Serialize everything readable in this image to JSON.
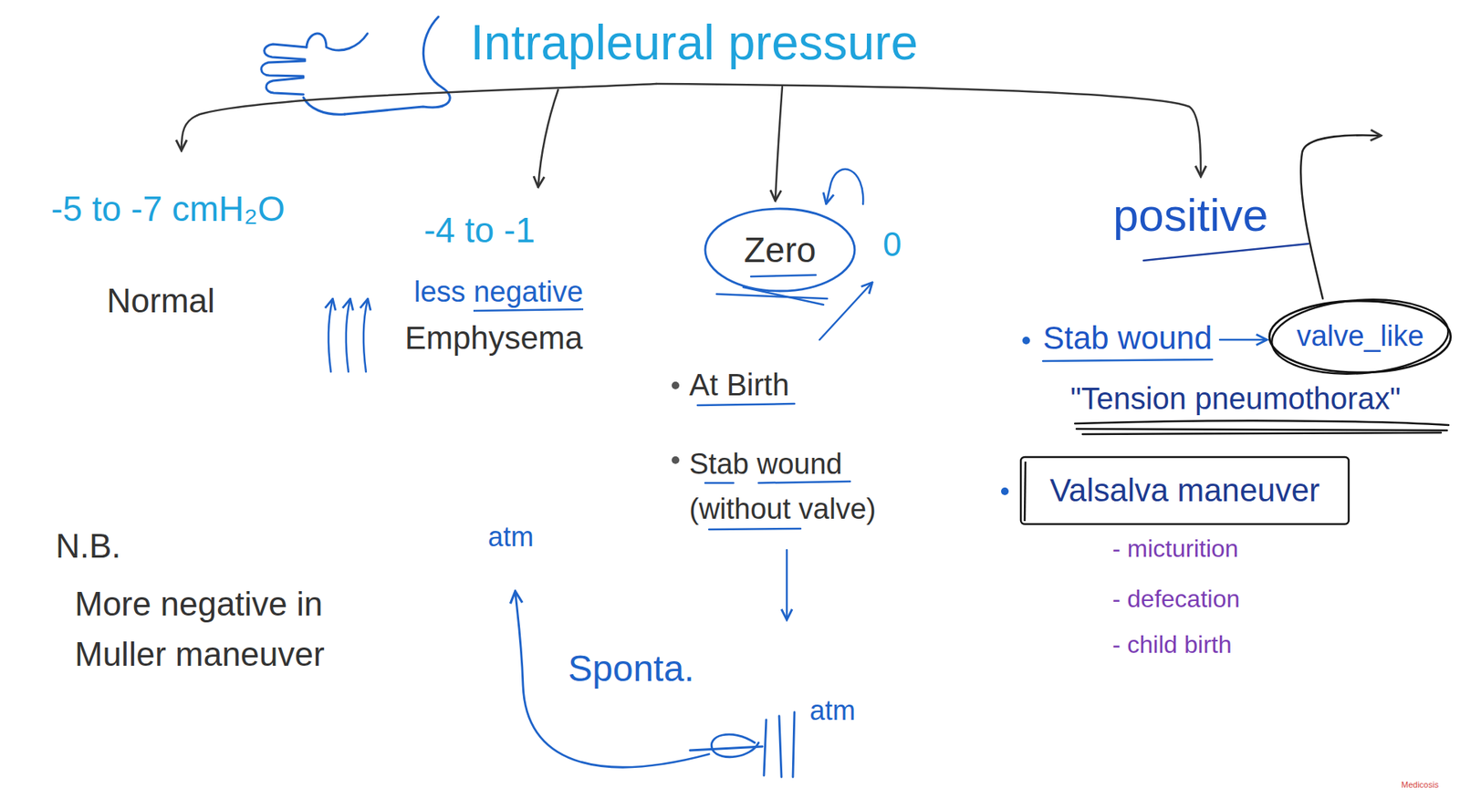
{
  "diagram": {
    "title": "Intrapleural pressure",
    "nodes": [
      {
        "text": [
          "Zero"
        ]
      },
      {
        "text": [
          "valve_like"
        ]
      },
      {
        "text": [
          "Valsalva maneuver"
        ]
      }
    ],
    "labels": [
      "-5 to -7 cmH₂O",
      "Normal",
      "-4 to -1",
      "less negative",
      "Emphysema",
      "0",
      "At Birth",
      "Stab wound (without valve)",
      "positive",
      "Stab wound",
      "\"Tension pneumothorax\"",
      "N.B.",
      "More negative in Muller maneuver",
      "atm",
      "- micturition",
      "- defecation",
      "- child birth",
      "Sponta.",
      "atm",
      "Medicosis"
    ]
  }
}
